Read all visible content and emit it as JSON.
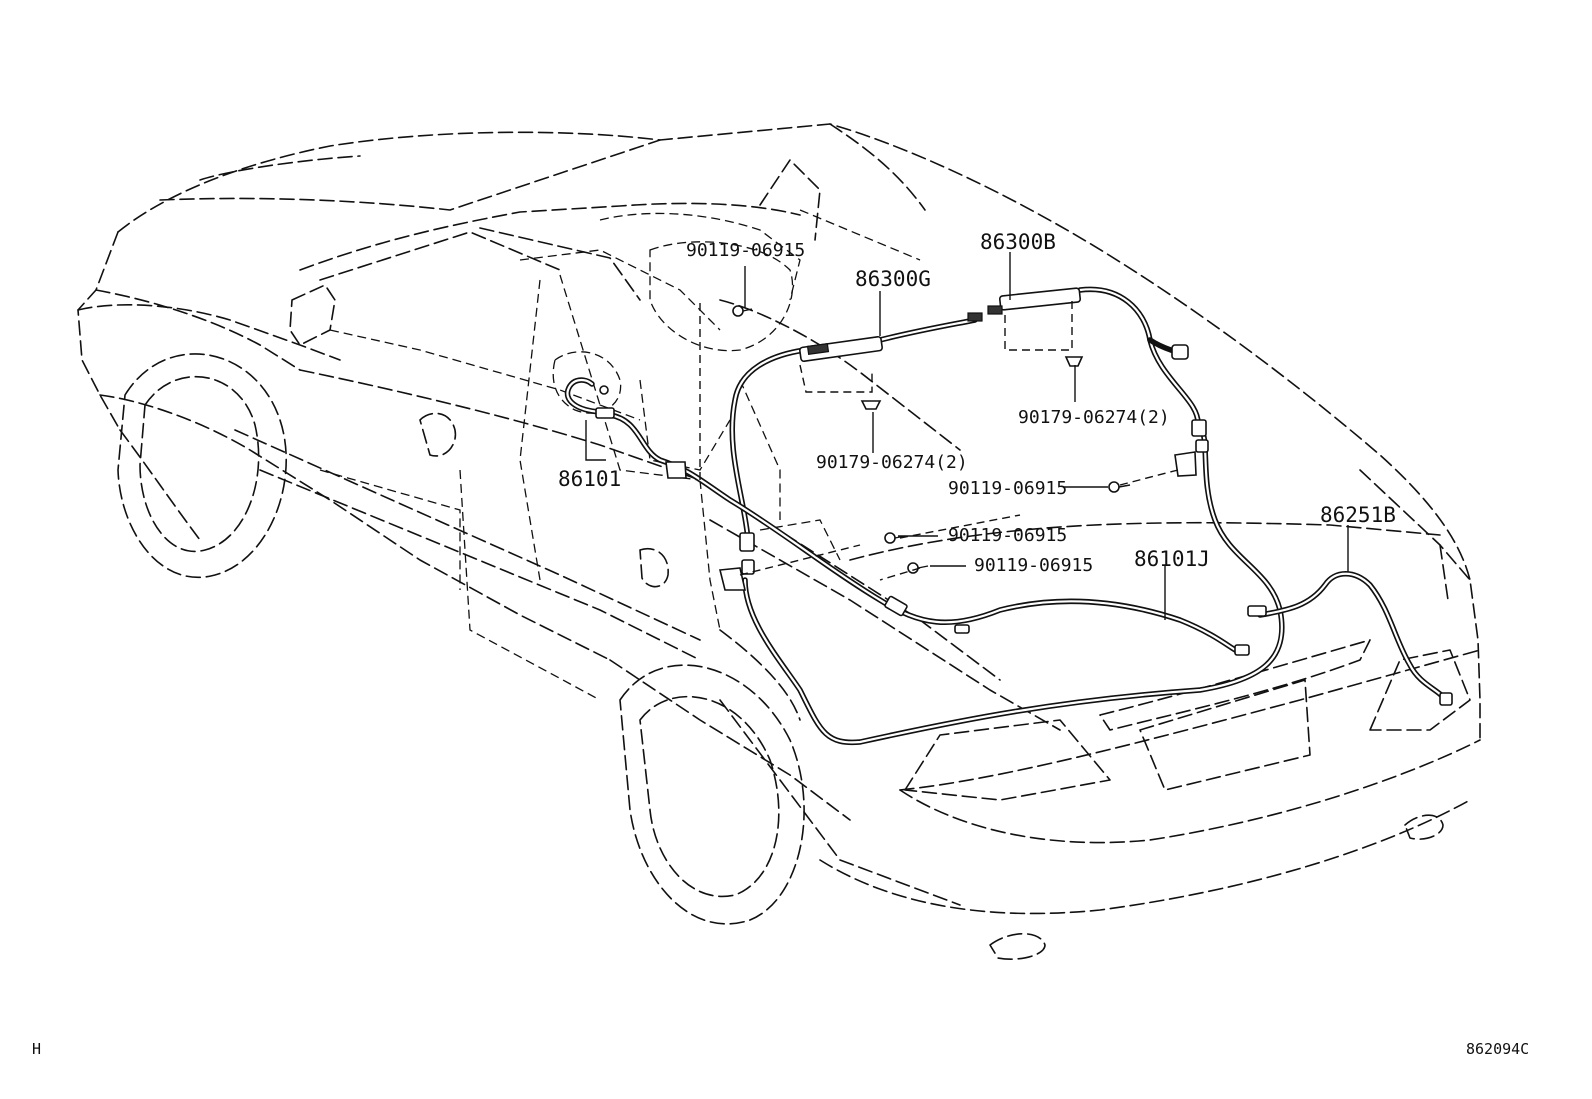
{
  "callouts": {
    "bolt_top": "90119-06915",
    "cord_front": "86300G",
    "cord_rear": "86300B",
    "clip_right": "90179-06274(2)",
    "clip_left": "90179-06274(2)",
    "cable_front": "86101",
    "bolt_right": "90119-06915",
    "bolt_mid_1": "90119-06915",
    "bolt_mid_2": "90119-06915",
    "cable_rear_mid": "86101J",
    "cable_rear_right": "86251B"
  },
  "footer": {
    "left_code": "H",
    "right_code": "862094C"
  }
}
